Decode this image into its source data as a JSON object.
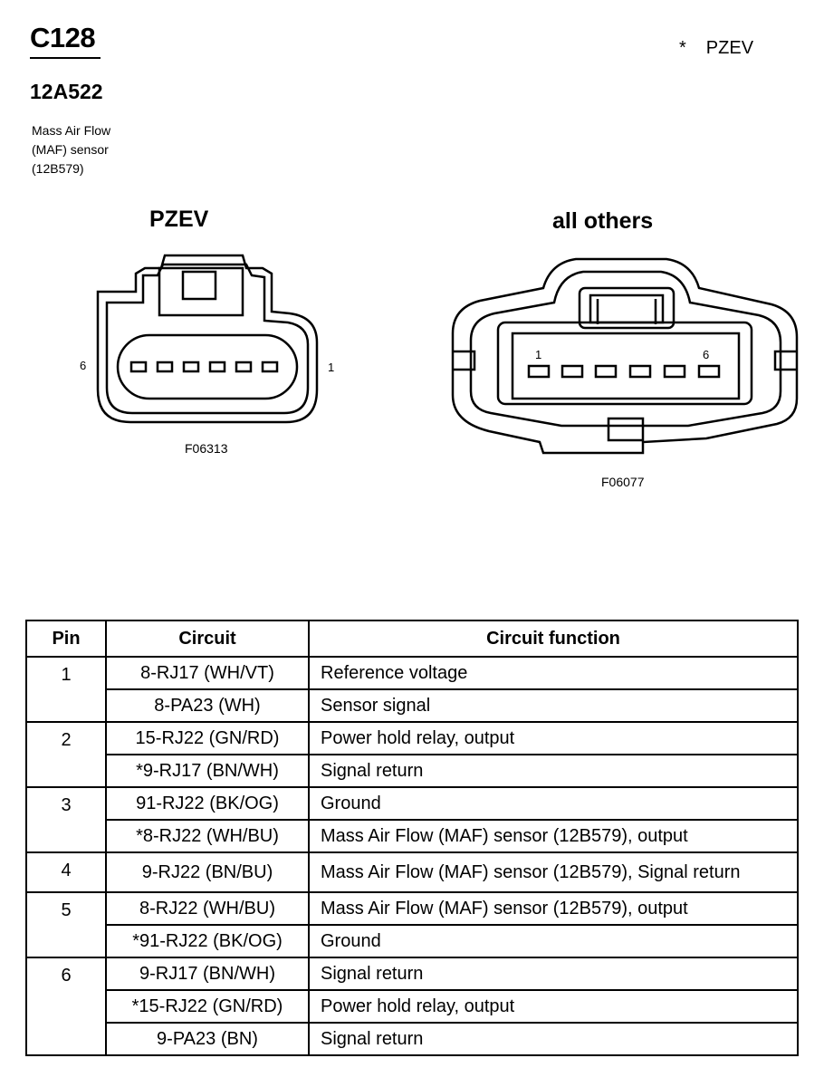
{
  "header": {
    "connector_code": "C128",
    "component_code": "12A522",
    "description_lines": [
      "Mass Air Flow",
      "(MAF) sensor",
      "(12B579)"
    ],
    "note_symbol": "*",
    "note_text": "PZEV"
  },
  "views": [
    {
      "title": "PZEV",
      "pin_left": "6",
      "pin_right": "1",
      "figure_code": "F06313"
    },
    {
      "title": "all others",
      "pin_left": "1",
      "pin_right": "6",
      "figure_code": "F06077"
    }
  ],
  "table": {
    "headers": [
      "Pin",
      "Circuit",
      "Circuit function"
    ],
    "rows": [
      {
        "pin": "1",
        "circuit": "8-RJ17  (WH/VT)",
        "function": "Reference voltage"
      },
      {
        "pin": "",
        "circuit": "8-PA23  (WH)",
        "function": "Sensor signal"
      },
      {
        "pin": "2",
        "circuit": "15-RJ22 (GN/RD)",
        "function": "Power hold relay, output"
      },
      {
        "pin": "",
        "circuit": "*9-RJ17 (BN/WH)",
        "function": "Signal return"
      },
      {
        "pin": "3",
        "circuit": "91-RJ22 (BK/OG)",
        "function": "Ground"
      },
      {
        "pin": "",
        "circuit": "*8-RJ22 (WH/BU)",
        "function": "Mass Air Flow (MAF) sensor (12B579), output"
      },
      {
        "pin": "4",
        "circuit": "9-RJ22 (BN/BU)",
        "function": "Mass Air Flow (MAF) sensor (12B579), Signal return"
      },
      {
        "pin": "5",
        "circuit": "8-RJ22 (WH/BU)",
        "function": "Mass Air Flow (MAF) sensor (12B579), output"
      },
      {
        "pin": "",
        "circuit": "*91-RJ22 (BK/OG)",
        "function": "Ground"
      },
      {
        "pin": "6",
        "circuit": "9-RJ17 (BN/WH)",
        "function": "Signal return"
      },
      {
        "pin": "",
        "circuit": "*15-RJ22 (GN/RD)",
        "function": "Power hold relay, output"
      },
      {
        "pin": "",
        "circuit": "9-PA23 (BN)",
        "function": "Signal return"
      }
    ]
  }
}
